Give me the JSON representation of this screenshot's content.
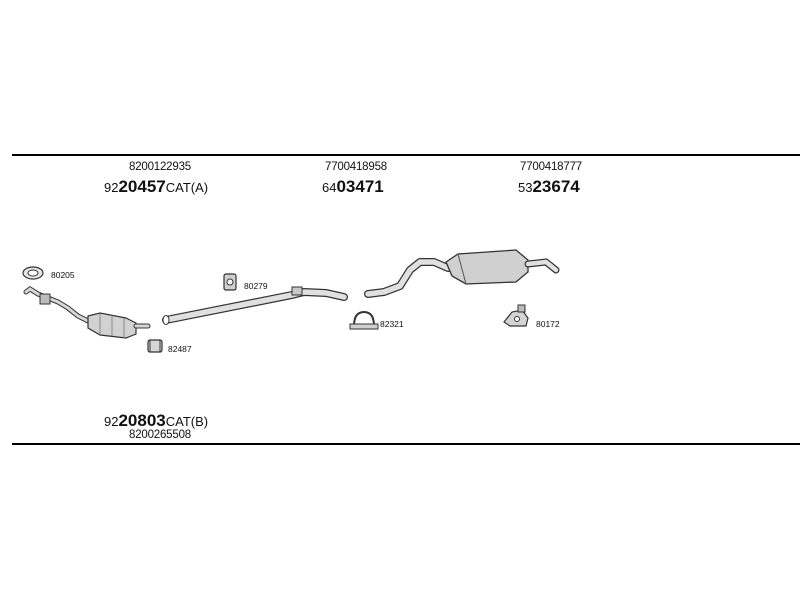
{
  "groups": [
    {
      "oe_number": "8200122935",
      "code_prefix": "92",
      "code_main": "20457",
      "code_suffix": "CAT(A)"
    },
    {
      "oe_number": "7700418958",
      "code_prefix": "64",
      "code_main": "03471",
      "code_suffix": ""
    },
    {
      "oe_number": "7700418777",
      "code_prefix": "53",
      "code_main": "23674",
      "code_suffix": ""
    },
    {
      "oe_number": "8200265508",
      "code_prefix": "92",
      "code_main": "20803",
      "code_suffix": "CAT(B)"
    }
  ],
  "accessories": [
    {
      "number": "80205",
      "icon": "gasket-ring-icon"
    },
    {
      "number": "80279",
      "icon": "rubber-hanger-icon"
    },
    {
      "number": "82487",
      "icon": "clamp-icon"
    },
    {
      "number": "82321",
      "icon": "pipe-clamp-icon"
    },
    {
      "number": "80172",
      "icon": "mounting-bracket-icon"
    }
  ],
  "colors": {
    "line": "#000000",
    "part_stroke": "#333333",
    "part_fill": "#cfcfcf"
  }
}
